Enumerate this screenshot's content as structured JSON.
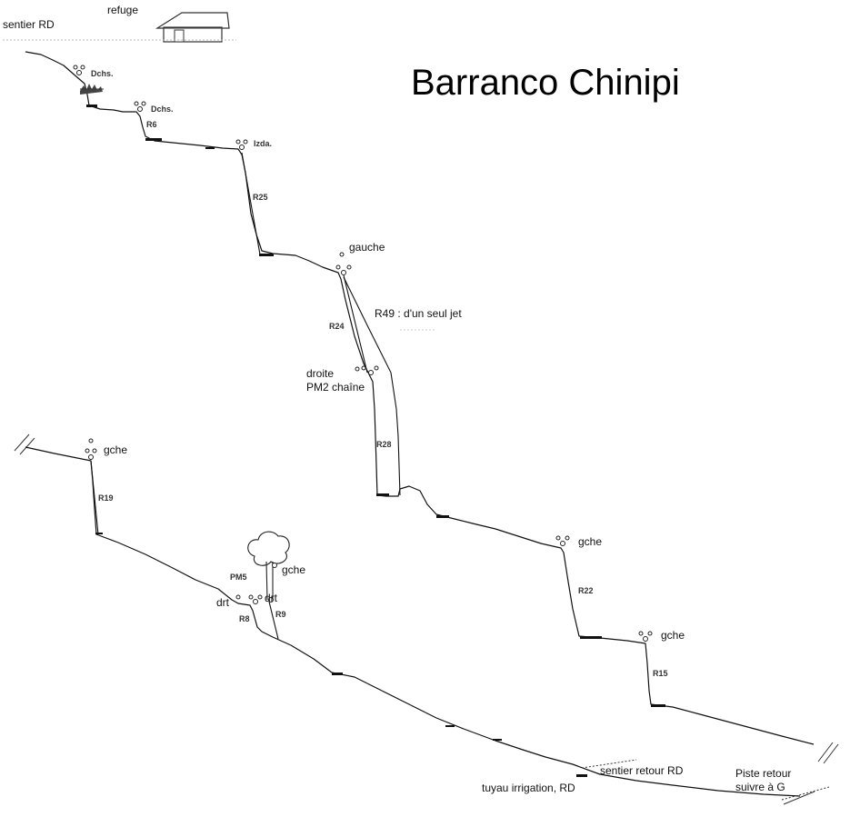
{
  "title": "Barranco Chinipi",
  "labels": {
    "sentier_rd": "sentier RD",
    "refuge": "refuge",
    "dchs1": "Dchs.",
    "dchs2": "Dchs.",
    "r6": "R6",
    "izda": "Izda.",
    "r25": "R25",
    "gauche": "gauche",
    "r49": "R49 : d'un seul jet",
    "r24": "R24",
    "droite": "droite",
    "pm2": "PM2 chaîne",
    "r28": "R28",
    "gche_r19": "gche",
    "r19": "R19",
    "gche_tree": "gche",
    "pm5": "PM5",
    "drt1": "drt",
    "drt2": "drt",
    "r8": "R8",
    "r9": "R9",
    "gche_r22": "gche",
    "r22": "R22",
    "gche_r15": "gche",
    "r15": "R15",
    "tuyau": "tuyau irrigation, RD",
    "sentier_retour": "sentier retour RD",
    "piste_retour": "Piste retour",
    "suivre": "suivre à G"
  },
  "icons": [
    "house-icon",
    "anchor-icon",
    "tree-icon",
    "bush-icon"
  ]
}
